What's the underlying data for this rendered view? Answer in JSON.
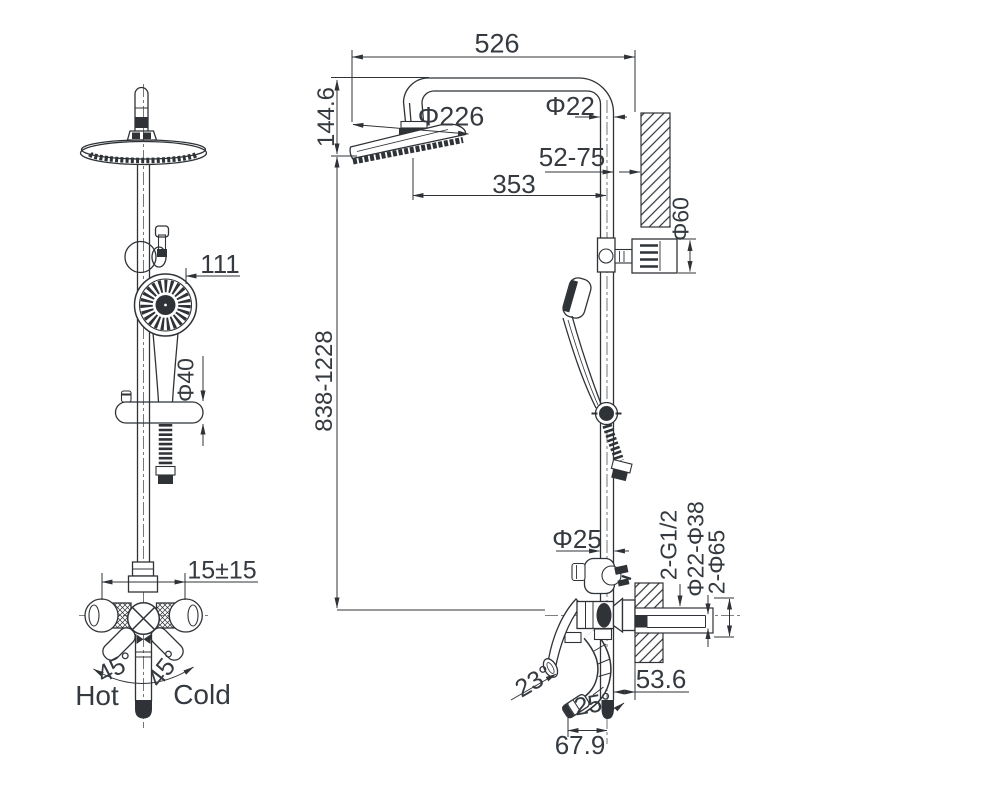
{
  "front_view": {
    "dim_111": "111",
    "dim_phi40": "Φ40",
    "dim_15_15": "15±15",
    "angle_45_left": "45°",
    "angle_45_right": "45°",
    "hot": "Hot",
    "cold": "Cold"
  },
  "side_view": {
    "dim_526": "526",
    "dim_144_6": "144.6",
    "dim_phi226": "Φ226",
    "dim_phi22": "Φ22",
    "dim_52_75": "52-75",
    "dim_353": "353",
    "dim_phi60": "Φ60",
    "dim_838_1228": "838-1228",
    "dim_phi25": "Φ25",
    "dim_2_g12": "2-G1/2",
    "dim_phi22_phi38": "Φ22-Φ38",
    "dim_2_phi65": "2-Φ65",
    "dim_53_6": "53.6",
    "angle_23": "23°",
    "angle_25": "25°",
    "dim_67_9": "67.9"
  },
  "colors": {
    "line": "#2f3337",
    "text": "#343a40",
    "background": "#ffffff"
  }
}
